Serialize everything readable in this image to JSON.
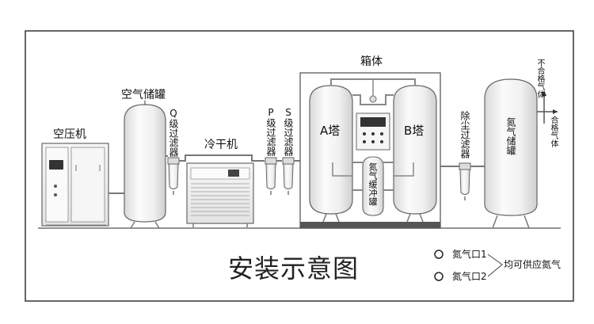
{
  "labels": {
    "compressor": "空压机",
    "air_tank": "空气储罐",
    "filter_q": "Q级过滤器",
    "dryer": "冷干机",
    "filter_p": "P级过滤器",
    "filter_s": "S级过滤器",
    "cabinet": "箱体",
    "tower_a": "A塔",
    "tower_b": "B塔",
    "buffer_tank": "氮气缓冲罐",
    "dust_filter": "除尘过滤器",
    "n2_tank": "氮气储罐",
    "unqualified": "不合格气体",
    "qualified": "合格气体"
  },
  "title": "安装示意图",
  "legend": {
    "outlet1": "氮气口1",
    "outlet2": "氮气口2",
    "note": "均可供应氮气"
  },
  "colors": {
    "stroke": "#555555",
    "frame": "#333333",
    "tank_fill": "#f2f2f2",
    "pipe": "#777777"
  }
}
